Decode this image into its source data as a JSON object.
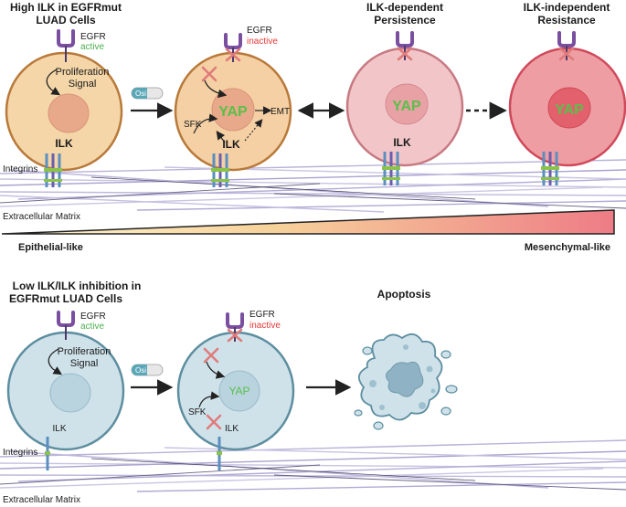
{
  "top": {
    "title_line1": "High ILK in EGFRmut",
    "title_line2": "LUAD Cells",
    "stage2_line1": "ILK-dependent",
    "stage2_line2": "Persistence",
    "stage3_line1": "ILK-independent",
    "stage3_line2": "Resistance",
    "egfr": "EGFR",
    "active": "active",
    "inactive": "inactive",
    "prolif_line1": "Proliferation",
    "prolif_line2": "Signal",
    "ilk": "ILK",
    "yap": "YAP",
    "emt": "EMT",
    "sfk": "SFK",
    "osi": "Osi",
    "integrins": "Integrins",
    "ecm": "Extracellular Matrix",
    "epithelial": "Epithelial-like",
    "mesenchymal": "Mesenchymal-like"
  },
  "bottom": {
    "title_line1": "Low ILK/ILK inhibition in",
    "title_line2": "EGFRmut LUAD Cells",
    "apoptosis": "Apoptosis",
    "egfr": "EGFR",
    "active": "active",
    "inactive": "inactive",
    "prolif_line1": "Proliferation",
    "prolif_line2": "Signal",
    "ilk": "ILK",
    "yap": "YAP",
    "sfk": "SFK",
    "osi": "Osi",
    "integrins": "Integrins",
    "ecm": "Extracellular Matrix"
  },
  "colors": {
    "active_green": "#4caf50",
    "inactive_red": "#e53935",
    "yap_green": "#5bbf4a",
    "egfr_purple": "#7b4fa0",
    "inhibit_x": "#e07a7a",
    "epithelial_cell": "#f4d6a8",
    "persistence_cell": "#f2c6c9",
    "resistance_cell": "#ee9ea3",
    "low_ilk_cell": "#cfe2ea",
    "gradient_start": "#fff6cf",
    "gradient_end": "#ee7c86"
  }
}
